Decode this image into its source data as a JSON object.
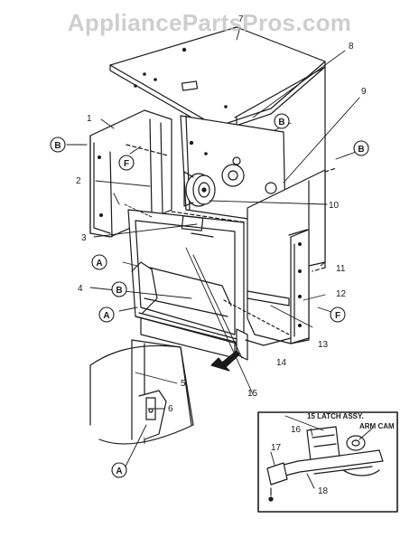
{
  "watermark": "AppliancePartsPros.com",
  "callouts": {
    "c1": "1",
    "c2": "2",
    "c3": "3",
    "c4": "4",
    "c5": "5",
    "c6": "6",
    "c7": "7",
    "c8": "8",
    "c9": "9",
    "c10": "10",
    "c11": "11",
    "c12": "12",
    "c13": "13",
    "c14": "14",
    "c15": "15",
    "c16": "16",
    "c17": "17",
    "c18": "18"
  },
  "ref_markers": {
    "a": "A",
    "b": "B",
    "f": "F"
  },
  "inset": {
    "title": "15  LATCH ASSY.",
    "arm_cam": "ARM CAM"
  },
  "colors": {
    "line": "#1a1a1a",
    "paper": "#ffffff",
    "watermark": "#bebebe"
  }
}
